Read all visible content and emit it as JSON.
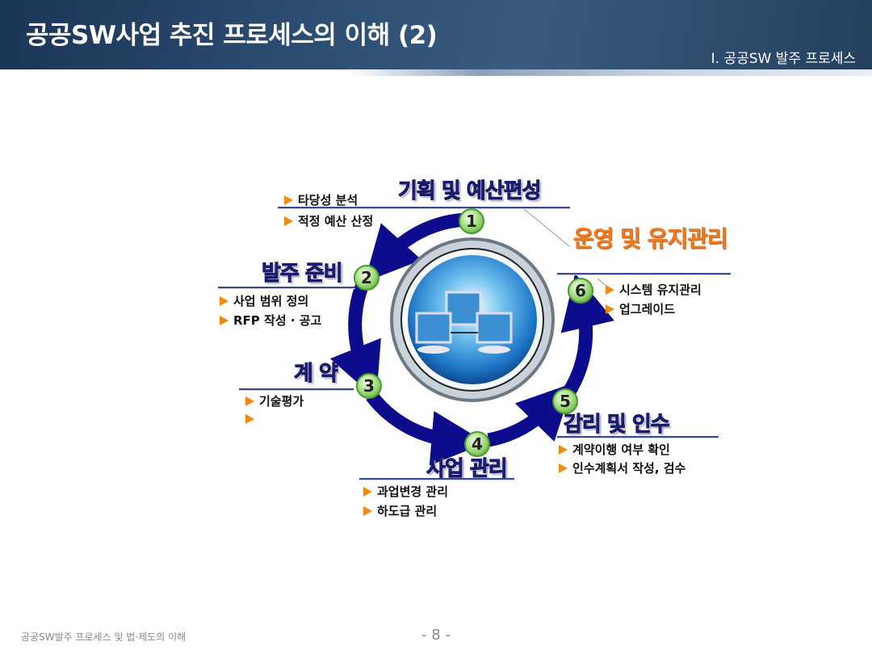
{
  "header": {
    "title": "공공SW사업 추진 프로세스의 이해 (2)",
    "section": "Ⅰ. 공공SW 발주 프로세스"
  },
  "diagram": {
    "stages": [
      {
        "number": "1",
        "title": "기획 및 예산편성",
        "items": [
          "타당성 분석",
          "적정 예산 산정"
        ]
      },
      {
        "number": "2",
        "title": "발주 준비",
        "items": [
          "사업 범위 정의",
          "RFP 작성 · 공고"
        ]
      },
      {
        "number": "3",
        "title": "계 약",
        "items": [
          "기술평가",
          ""
        ]
      },
      {
        "number": "4",
        "title": "사업 관리",
        "items": [
          "과업변경 관리",
          "하도급 관리"
        ]
      },
      {
        "number": "5",
        "title": "감리 및 인수",
        "items": [
          "계약이행 여부 확인",
          "인수계획서 작성, 검수"
        ]
      },
      {
        "number": "6",
        "title": "운영 및 유지관리",
        "items": [
          "시스템 유지관리",
          "업그레이드"
        ]
      }
    ],
    "colors": {
      "ring": "#0c0c8c",
      "highlight": "#f07a20",
      "bullet": "#f08a10"
    }
  },
  "footer": {
    "doc_title": "공공SW발주 프로세스 및 법·제도의 이해",
    "page": "- 8 -"
  }
}
